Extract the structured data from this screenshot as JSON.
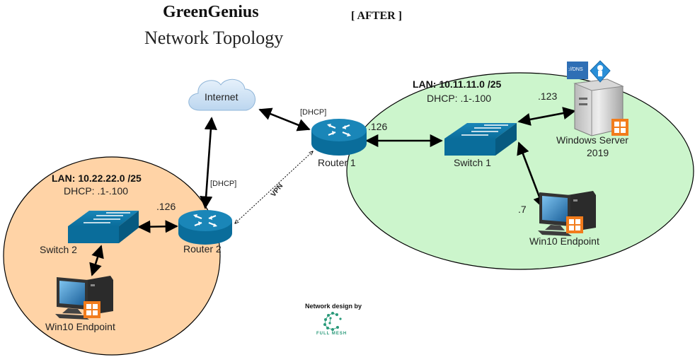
{
  "header": {
    "title": "GreenGenius",
    "subtitle": "Network Topology",
    "stage": "[ AFTER ]"
  },
  "internet": {
    "label": "Internet"
  },
  "links": {
    "internet_router1": "[DHCP]",
    "internet_router2": "[DHCP]",
    "vpn": "VPN"
  },
  "lan_left": {
    "network": "LAN: 10.22.22.0 /25",
    "dhcp": "DHCP: .1-.100",
    "switch": "Switch 2",
    "router": "Router 2",
    "router_ip": ".126",
    "endpoint": "Win10 Endpoint"
  },
  "lan_right": {
    "network": "LAN: 10.11.11.0 /25",
    "dhcp": "DHCP: .1-.100",
    "switch": "Switch 1",
    "router": "Router 1",
    "router_ip": ".126",
    "server_ip": ".123",
    "server_line1": "Windows Server",
    "server_line2": "2019",
    "server_badge": "://DNS",
    "endpoint": "Win10 Endpoint",
    "endpoint_ip": ".7"
  },
  "footer": {
    "credit": "Network design by",
    "brand": "FULL MESH"
  },
  "colors": {
    "lan_left_fill": "#ffd3a6",
    "lan_right_fill": "#ccf5cc",
    "device_blue": "#0a6d9b",
    "office_orange": "#f27c1c",
    "cloud_blue": "#cfe3f5"
  }
}
